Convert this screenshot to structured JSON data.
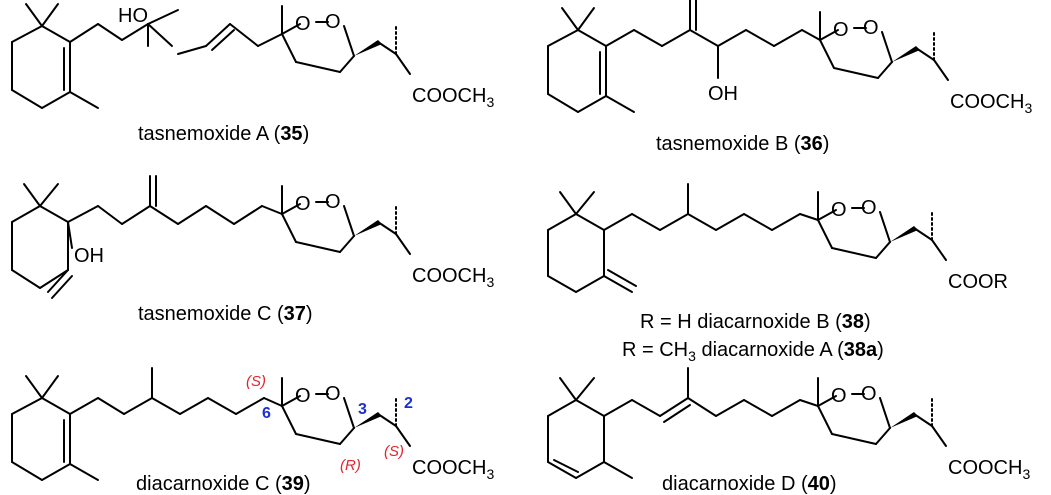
{
  "colors": {
    "stereo": "#e0262d",
    "locant": "#1a2fd6",
    "bond": "#000000"
  },
  "atoms": {
    "hydroxyl": "HO",
    "hydroxyl_b": "OH",
    "oxygen": "O",
    "ester": "COOCH",
    "ester_sub": "3",
    "acid_r": "COOR"
  },
  "compounds": [
    {
      "name": "tasnemoxide A (",
      "number": "35",
      "close": ")"
    },
    {
      "name": "tasnemoxide B (",
      "number": "36",
      "close": ")"
    },
    {
      "name": "tasnemoxide C (",
      "number": "37",
      "close": ")"
    },
    {
      "name": "R = H diacarnoxide B (",
      "number": "38",
      "close": ")"
    },
    {
      "name": "R = CH",
      "sub": "3",
      "name2": " diacarnoxide A (",
      "number": "38a",
      "close": ")"
    },
    {
      "name": "diacarnoxide C (",
      "number": "39",
      "close": ")"
    },
    {
      "name": "diacarnoxide D (",
      "number": "40",
      "close": ")"
    }
  ],
  "stereo_labels": {
    "s1": "(S)",
    "s2": "(S)",
    "r": "(R)"
  },
  "locants": {
    "c6": "6",
    "c3": "3",
    "c2": "2"
  }
}
